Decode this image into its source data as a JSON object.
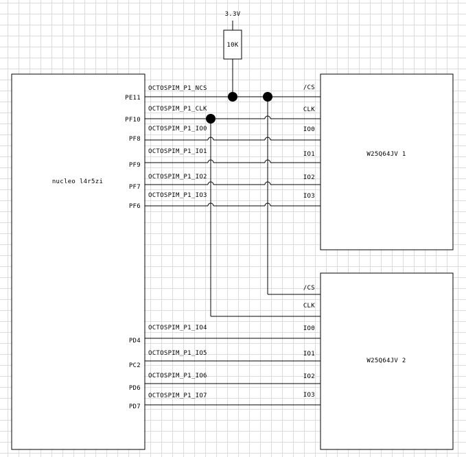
{
  "power": {
    "voltage": "3.3V",
    "resistor": "10K"
  },
  "mcu": {
    "name": "nucleo l4r5zi",
    "pins": [
      "PE11",
      "PF10",
      "PF8",
      "PF9",
      "PF7",
      "PF6",
      "PD4",
      "PC2",
      "PD6",
      "PD7"
    ]
  },
  "flash1": {
    "name": "W25Q64JV 1",
    "pins": [
      "/CS",
      "CLK",
      "IO0",
      "IO1",
      "IO2",
      "IO3"
    ]
  },
  "flash2": {
    "name": "W25Q64JV 2",
    "pins": [
      "/CS",
      "CLK",
      "IO0",
      "IO1",
      "IO2",
      "IO3"
    ]
  },
  "nets": [
    "OCTOSPIM_P1_NCS",
    "OCTOSPIM_P1_CLK",
    "OCTOSPIM_P1_IO0",
    "OCTOSPIM_P1_IO1",
    "OCTOSPIM_P1_IO2",
    "OCTOSPIM_P1_IO3",
    "OCTOSPIM_P1_IO4",
    "OCTOSPIM_P1_IO5",
    "OCTOSPIM_P1_IO6",
    "OCTOSPIM_P1_IO7"
  ]
}
